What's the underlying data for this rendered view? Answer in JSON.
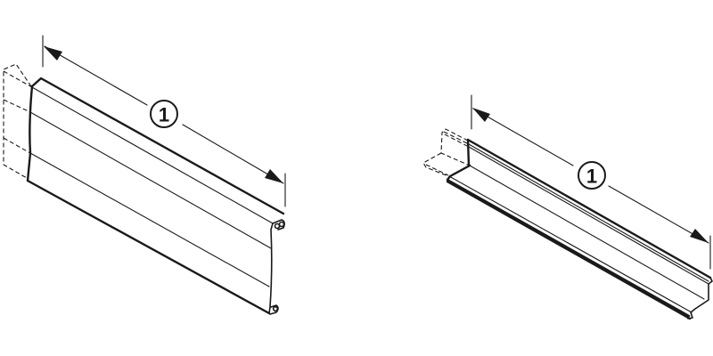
{
  "diagram": {
    "background": "#ffffff",
    "line_color": "#1a1a1a",
    "parts": [
      {
        "name": "panel-profile",
        "description": "Tall flat panel profile with rolled top and bottom edges",
        "dimension_callout": {
          "label": "1"
        }
      },
      {
        "name": "angle-profile",
        "description": "L-shaped angle profile with rolled edges",
        "dimension_callout": {
          "label": "1"
        }
      }
    ]
  }
}
